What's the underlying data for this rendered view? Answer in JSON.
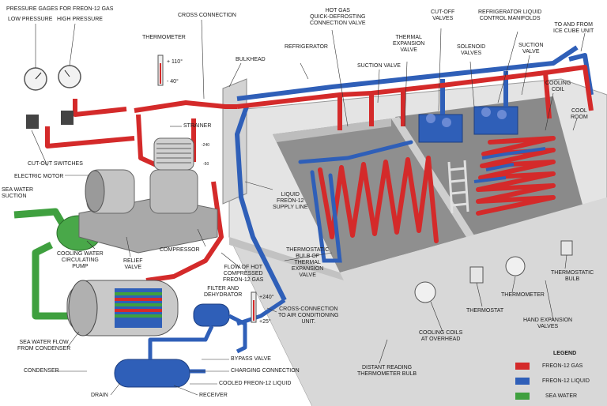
{
  "colors": {
    "freon_gas": "#d42a2a",
    "freon_liquid": "#2f5fb8",
    "sea_water": "#3fa03f",
    "room_floor": "#8d8d8d",
    "room_wall": "#dcdcdc",
    "machine": "#b3b3b3"
  },
  "labels": {
    "pressure_gages": "PRESSURE GAGES FOR FREON-12 GAS",
    "low_pressure": "LOW PRESSURE",
    "high_pressure": "HIGH PRESSURE",
    "cross_connection": "CROSS CONNECTION",
    "thermometer_top": "THERMOMETER",
    "temp_110": "+ 110°",
    "temp_40": "- 40°",
    "bulkhead": "BULKHEAD",
    "refrigerator": "REFRIGERATOR",
    "hot_gas": "HOT GAS\nQUICK-DEFROSTING\nCONNECTION VALVE",
    "suction_valve_mid": "SUCTION VALVE",
    "thermal_expansion_valve_top": "THERMAL\nEXPANSION\nVALVE",
    "cut_off_valves": "CUT-OFF\nVALVES",
    "solenoid_valves": "SOLENOID\nVALVES",
    "liquid_control_manifolds": "REFRIGERATOR LIQUID\nCONTROL MANIFOLDS",
    "suction_valve_right": "SUCTION\nVALVE",
    "to_from_ice": "TO AND FROM\nICE CUBE UNIT",
    "cooling_coil": "COOLING\nCOIL",
    "cool_room": "COOL\nROOM",
    "strainer": "STRAINER",
    "cut_out_switches": "CUT-OUT SWITCHES",
    "electric_motor": "ELECTRIC MOTOR",
    "sea_water_suction": "SEA WATER\nSUCTION",
    "liquid_supply_line": "LIQUID\nFREON-12\nSUPPLY LINE",
    "thermostatic_bulb_mid": "THERMOSTATIC\nBULB OF\nTHERMAL\nEXPANSION\nVALVE",
    "cooling_water_pump": "COOLING WATER\nCIRCULATING\nPUMP",
    "relief_valve": "RELIEF\nVALVE",
    "compressor": "COMPRESSOR",
    "flow_hot_gas": "FLOW OF HOT\nCOMPRESSED\nFREON-12 GAS",
    "filter_dehydrator": "FILTER AND\nDEHYDRATOR",
    "temp_240": "+240°",
    "temp_25": "+25°",
    "cross_conn_air": "CROSS-CONNECTION\nTO AIR CONDITIONING\nUNIT.",
    "thermostat": "THERMOSTAT",
    "thermometer_room": "THERMOMETER",
    "thermostatic_bulb_right": "THERMOSTATIC\nBULB",
    "hand_expansion": "HAND EXPANSION\nVALVES",
    "cooling_coils_overhead": "COOLING COILS\nAT OVERHEAD",
    "distant_reading": "DISTANT READING\nTHERMOMETER BULB",
    "sea_water_flow": "SEA WATER FLOW\nFROM CONDENSER",
    "condenser": "CONDENSER",
    "bypass_valve": "BYPASS VALVE",
    "charging_connection": "CHARGING CONNECTION",
    "drain": "DRAIN",
    "receiver": "RECEIVER",
    "cooled_liquid": "COOLED FREON-12 LIQUID",
    "gauge_240": "-240",
    "gauge_50": "-50"
  },
  "legend": {
    "title": "LEGEND",
    "items": [
      "FREON-12 GAS",
      "FREON-12 LIQUID",
      "SEA WATER"
    ]
  }
}
